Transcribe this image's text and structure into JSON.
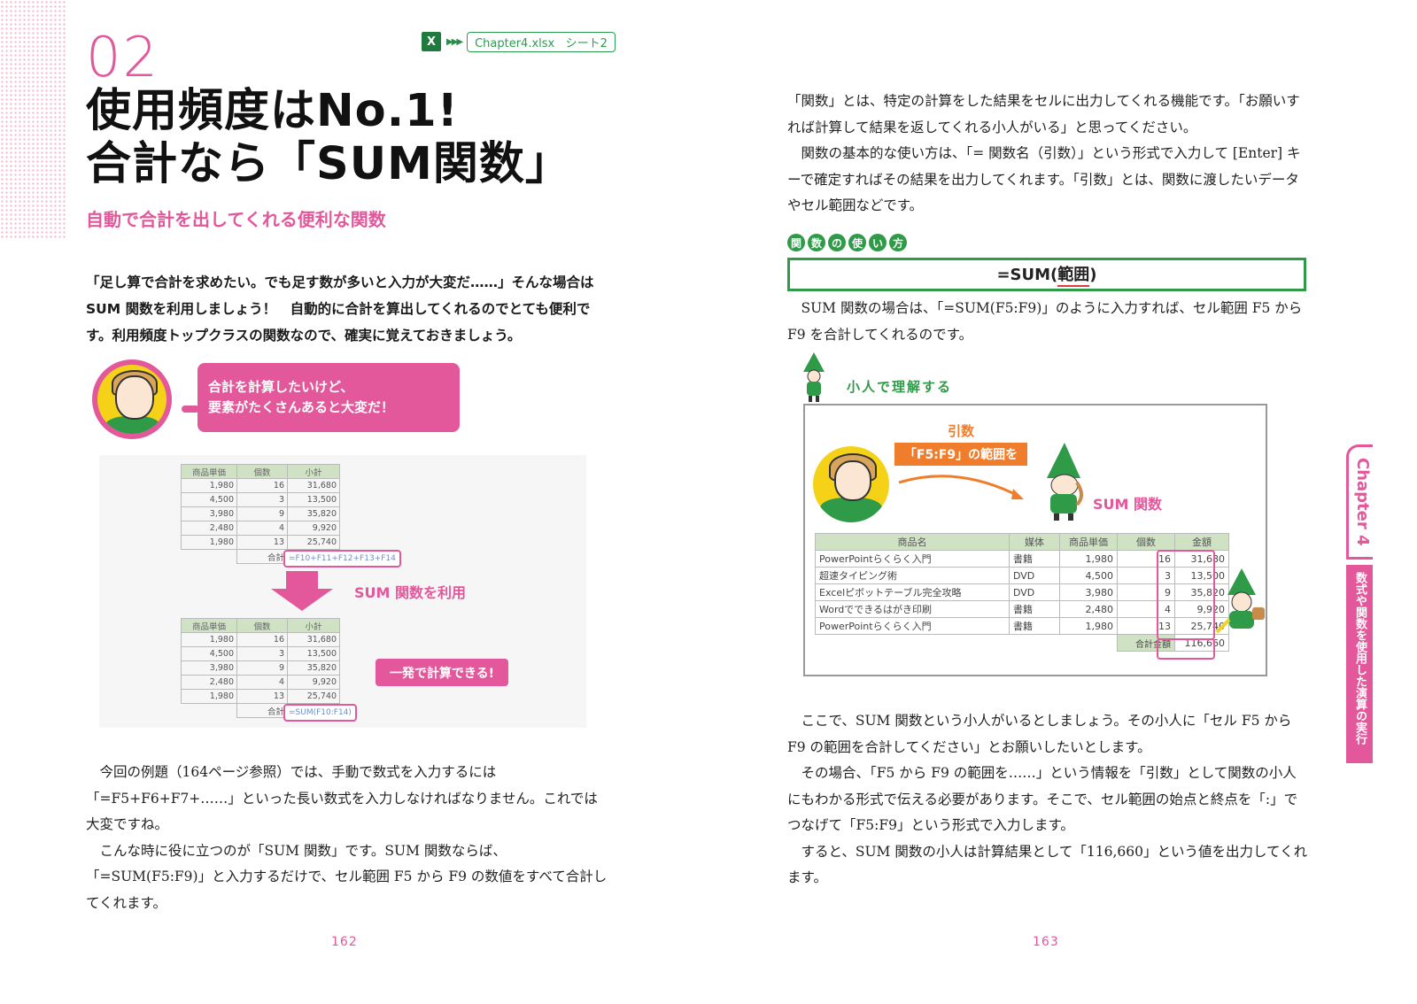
{
  "left_page": {
    "section_number": "02",
    "file": {
      "icon": "excel-icon",
      "name": "Chapter4.xlsx",
      "sheet": "シート2"
    },
    "title_line1": "使用頻度はNo.1!",
    "title_line2": "合計なら「SUM関数」",
    "subtitle": "自動で合計を出してくれる便利な関数",
    "lead": "「足し算で合計を求めたい。でも足す数が多いと入力が大変だ……」そんな場合は SUM 関数を利用しましょう！　自動的に合計を算出してくれるのでとても便利です。利用頻度トップクラスの関数なので、確実に覚えておきましょう。",
    "speech_line1": "合計を計算したいけど、",
    "speech_line2": "要素がたくさんあると大変だ！",
    "mini_table_headers": [
      "商品単価",
      "個数",
      "小計"
    ],
    "mini_table_rows": [
      [
        "1,980",
        "16",
        "31,680"
      ],
      [
        "4,500",
        "3",
        "13,500"
      ],
      [
        "3,980",
        "9",
        "35,820"
      ],
      [
        "2,480",
        "4",
        "9,920"
      ],
      [
        "1,980",
        "13",
        "25,740"
      ]
    ],
    "total_label": "合計",
    "formula_before": "=F10+F11+F12+F13+F14",
    "sum_label": "SUM 関数を利用",
    "formula_after": "=SUM(F10:F14)",
    "instant_label": "一発で計算できる!",
    "body_p1": "今回の例題（164ページ参照）では、手動で数式を入力するには「=F5+F6+F7+……」といった長い数式を入力しなければなりません。これでは大変ですね。",
    "body_p2": "こんな時に役に立つのが「SUM 関数」です。SUM 関数ならば、「=SUM(F5:F9)」と入力するだけで、セル範囲 F5 から F9 の数値をすべて合計してくれます。",
    "page_number": "162"
  },
  "right_page": {
    "body_p1": "「関数」とは、特定の計算をした結果をセルに出力してくれる機能です。「お願いすれば計算して結果を返してくれる小人がいる」と思ってください。",
    "body_p2": "関数の基本的な使い方は、「= 関数名（引数）」という形式で入力して [Enter] キーで確定すればその結果を出力してくれます。「引数」とは、関数に渡したいデータやセル範囲などです。",
    "usage_heading_chars": [
      "関",
      "数",
      "の",
      "使",
      "い",
      "方"
    ],
    "usage_prefix": "=SUM(",
    "usage_arg": "範囲",
    "usage_suffix": ")",
    "body_p3": "SUM 関数の場合は、「=SUM(F5:F9)」のように入力すれば、セル範囲 F5 から F9 を合計してくれるのです。",
    "kobito_title": "小人で理解する",
    "arg_label": "引数",
    "range_tag": "「F5:F9」の範囲を",
    "sum_func_label": "SUM 関数",
    "table_headers": [
      "商品名",
      "媒体",
      "商品単価",
      "個数",
      "金額"
    ],
    "table_rows": [
      [
        "PowerPointらくらく入門",
        "書籍",
        "1,980",
        "16",
        "31,680"
      ],
      [
        "超速タイピング術",
        "DVD",
        "4,500",
        "3",
        "13,500"
      ],
      [
        "Excelピボットテーブル完全攻略",
        "DVD",
        "3,980",
        "9",
        "35,820"
      ],
      [
        "Wordでできるはがき印刷",
        "書籍",
        "2,480",
        "4",
        "9,920"
      ],
      [
        "PowerPointらくらく入門",
        "書籍",
        "1,980",
        "13",
        "25,740"
      ]
    ],
    "total_label": "合計金額",
    "total_value": "116,660",
    "body_p4": "ここで、SUM 関数という小人がいるとしましょう。その小人に「セル F5 から F9 の範囲を合計してください」とお願いしたいとします。",
    "body_p5": "その場合、「F5 から F9 の範囲を……」という情報を「引数」として関数の小人にもわかる形式で伝える必要があります。そこで、セル範囲の始点と終点を「:」でつなげて「F5:F9」という形式で入力します。",
    "body_p6": "すると、SUM 関数の小人は計算結果として「116,660」という値を出力してくれます。",
    "page_number": "163",
    "side_chapter": "Chapter 4",
    "side_title": "数式や関数を使用した演算の実行"
  },
  "colors": {
    "accent_pink": "#e2589b",
    "accent_green": "#2f9a47",
    "accent_orange": "#f07d2b"
  }
}
